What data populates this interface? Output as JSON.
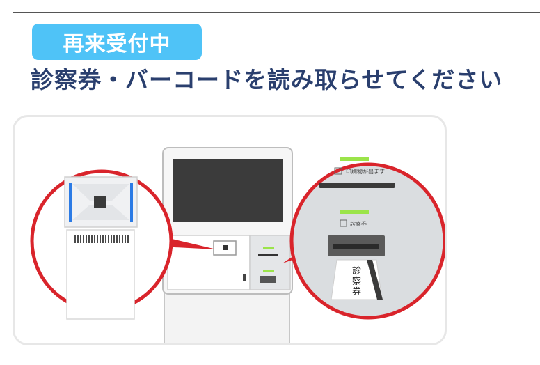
{
  "header": {
    "status_badge": "再来受付中",
    "instruction": "診察券・バーコードを読み取らせてください"
  },
  "illustration": {
    "print_slot_label": "印刷物が出ます",
    "card_slot_label": "診察券",
    "card_text": [
      "診",
      "察",
      "券"
    ]
  },
  "colors": {
    "badge": "#4fc3f7",
    "instruction_text": "#2a3f6e",
    "callout_red": "#d9242b",
    "indicator_green": "#9be44a"
  }
}
